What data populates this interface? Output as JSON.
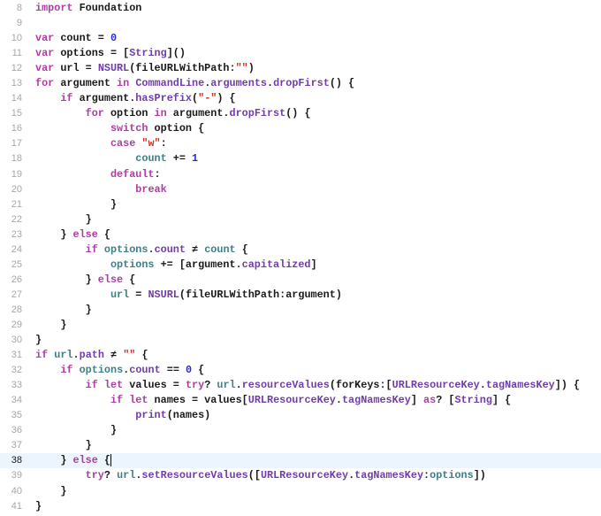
{
  "editor": {
    "current_line": 38,
    "colors": {
      "keyword": "#ad3da4",
      "type": "#703daa",
      "number": "#272ad8",
      "string": "#d12f1b",
      "variable": "#3e8087",
      "plain": "#1a1a1a",
      "current_line_bg": "#ecf5fe"
    },
    "lines": [
      {
        "n": "8",
        "t": [
          [
            "k",
            "import"
          ],
          [
            "p",
            " Foundation"
          ]
        ]
      },
      {
        "n": "9",
        "t": []
      },
      {
        "n": "10",
        "t": [
          [
            "k",
            "var"
          ],
          [
            "p",
            " count = "
          ],
          [
            "n",
            "0"
          ]
        ]
      },
      {
        "n": "11",
        "t": [
          [
            "k",
            "var"
          ],
          [
            "p",
            " options = ["
          ],
          [
            "t",
            "String"
          ],
          [
            "p",
            "]()"
          ]
        ]
      },
      {
        "n": "12",
        "t": [
          [
            "k",
            "var"
          ],
          [
            "p",
            " url = "
          ],
          [
            "t",
            "NSURL"
          ],
          [
            "p",
            "(fileURLWithPath:"
          ],
          [
            "s",
            "\"\""
          ],
          [
            "p",
            ")"
          ]
        ]
      },
      {
        "n": "13",
        "t": [
          [
            "k",
            "for"
          ],
          [
            "p",
            " argument "
          ],
          [
            "k",
            "in"
          ],
          [
            "p",
            " "
          ],
          [
            "t",
            "CommandLine"
          ],
          [
            "p",
            "."
          ],
          [
            "t",
            "arguments"
          ],
          [
            "p",
            "."
          ],
          [
            "t",
            "dropFirst"
          ],
          [
            "p",
            "() {"
          ]
        ]
      },
      {
        "n": "14",
        "t": [
          [
            "p",
            "    "
          ],
          [
            "k",
            "if"
          ],
          [
            "p",
            " argument."
          ],
          [
            "t",
            "hasPrefix"
          ],
          [
            "p",
            "("
          ],
          [
            "s",
            "\"-\""
          ],
          [
            "p",
            ") {"
          ]
        ]
      },
      {
        "n": "15",
        "t": [
          [
            "p",
            "        "
          ],
          [
            "k",
            "for"
          ],
          [
            "p",
            " option "
          ],
          [
            "k",
            "in"
          ],
          [
            "p",
            " argument."
          ],
          [
            "t",
            "dropFirst"
          ],
          [
            "p",
            "() {"
          ]
        ]
      },
      {
        "n": "16",
        "t": [
          [
            "p",
            "            "
          ],
          [
            "k",
            "switch"
          ],
          [
            "p",
            " option {"
          ]
        ]
      },
      {
        "n": "17",
        "t": [
          [
            "p",
            "            "
          ],
          [
            "k",
            "case"
          ],
          [
            "p",
            " "
          ],
          [
            "s",
            "\"w\""
          ],
          [
            "p",
            ":"
          ]
        ]
      },
      {
        "n": "18",
        "t": [
          [
            "p",
            "                "
          ],
          [
            "v",
            "count"
          ],
          [
            "p",
            " += "
          ],
          [
            "n",
            "1"
          ]
        ]
      },
      {
        "n": "19",
        "t": [
          [
            "p",
            "            "
          ],
          [
            "k",
            "default"
          ],
          [
            "p",
            ":"
          ]
        ]
      },
      {
        "n": "20",
        "t": [
          [
            "p",
            "                "
          ],
          [
            "k",
            "break"
          ]
        ]
      },
      {
        "n": "21",
        "t": [
          [
            "p",
            "            }"
          ]
        ]
      },
      {
        "n": "22",
        "t": [
          [
            "p",
            "        }"
          ]
        ]
      },
      {
        "n": "23",
        "t": [
          [
            "p",
            "    } "
          ],
          [
            "k",
            "else"
          ],
          [
            "p",
            " {"
          ]
        ]
      },
      {
        "n": "24",
        "t": [
          [
            "p",
            "        "
          ],
          [
            "k",
            "if"
          ],
          [
            "p",
            " "
          ],
          [
            "v",
            "options"
          ],
          [
            "p",
            "."
          ],
          [
            "t",
            "count"
          ],
          [
            "p",
            " ≠ "
          ],
          [
            "v",
            "count"
          ],
          [
            "p",
            " {"
          ]
        ]
      },
      {
        "n": "25",
        "t": [
          [
            "p",
            "            "
          ],
          [
            "v",
            "options"
          ],
          [
            "p",
            " += [argument."
          ],
          [
            "t",
            "capitalized"
          ],
          [
            "p",
            "]"
          ]
        ]
      },
      {
        "n": "26",
        "t": [
          [
            "p",
            "        } "
          ],
          [
            "k",
            "else"
          ],
          [
            "p",
            " {"
          ]
        ]
      },
      {
        "n": "27",
        "t": [
          [
            "p",
            "            "
          ],
          [
            "v",
            "url"
          ],
          [
            "p",
            " = "
          ],
          [
            "t",
            "NSURL"
          ],
          [
            "p",
            "(fileURLWithPath:argument)"
          ]
        ]
      },
      {
        "n": "28",
        "t": [
          [
            "p",
            "        }"
          ]
        ]
      },
      {
        "n": "29",
        "t": [
          [
            "p",
            "    }"
          ]
        ]
      },
      {
        "n": "30",
        "t": [
          [
            "p",
            "}"
          ]
        ]
      },
      {
        "n": "31",
        "t": [
          [
            "k",
            "if"
          ],
          [
            "p",
            " "
          ],
          [
            "v",
            "url"
          ],
          [
            "p",
            "."
          ],
          [
            "t",
            "path"
          ],
          [
            "p",
            " ≠ "
          ],
          [
            "s",
            "\"\""
          ],
          [
            "p",
            " {"
          ]
        ]
      },
      {
        "n": "32",
        "t": [
          [
            "p",
            "    "
          ],
          [
            "k",
            "if"
          ],
          [
            "p",
            " "
          ],
          [
            "v",
            "options"
          ],
          [
            "p",
            "."
          ],
          [
            "t",
            "count"
          ],
          [
            "p",
            " == "
          ],
          [
            "n",
            "0"
          ],
          [
            "p",
            " {"
          ]
        ]
      },
      {
        "n": "33",
        "t": [
          [
            "p",
            "        "
          ],
          [
            "k",
            "if"
          ],
          [
            "p",
            " "
          ],
          [
            "k",
            "let"
          ],
          [
            "p",
            " values = "
          ],
          [
            "k",
            "try"
          ],
          [
            "p",
            "? "
          ],
          [
            "v",
            "url"
          ],
          [
            "p",
            "."
          ],
          [
            "t",
            "resourceValues"
          ],
          [
            "p",
            "(forKeys:["
          ],
          [
            "t",
            "URLResourceKey"
          ],
          [
            "p",
            "."
          ],
          [
            "t",
            "tagNamesKey"
          ],
          [
            "p",
            "]) {"
          ]
        ]
      },
      {
        "n": "34",
        "t": [
          [
            "p",
            "            "
          ],
          [
            "k",
            "if"
          ],
          [
            "p",
            " "
          ],
          [
            "k",
            "let"
          ],
          [
            "p",
            " names = values["
          ],
          [
            "t",
            "URLResourceKey"
          ],
          [
            "p",
            "."
          ],
          [
            "t",
            "tagNamesKey"
          ],
          [
            "p",
            "] "
          ],
          [
            "k",
            "as"
          ],
          [
            "p",
            "? ["
          ],
          [
            "t",
            "String"
          ],
          [
            "p",
            "] {"
          ]
        ]
      },
      {
        "n": "35",
        "t": [
          [
            "p",
            "                "
          ],
          [
            "t",
            "print"
          ],
          [
            "p",
            "(names)"
          ]
        ]
      },
      {
        "n": "36",
        "t": [
          [
            "p",
            "            }"
          ]
        ]
      },
      {
        "n": "37",
        "t": [
          [
            "p",
            "        }"
          ]
        ]
      },
      {
        "n": "38",
        "t": [
          [
            "p",
            "    } "
          ],
          [
            "k",
            "else"
          ],
          [
            "p",
            " {"
          ]
        ]
      },
      {
        "n": "39",
        "t": [
          [
            "p",
            "        "
          ],
          [
            "k",
            "try"
          ],
          [
            "p",
            "? "
          ],
          [
            "v",
            "url"
          ],
          [
            "p",
            "."
          ],
          [
            "t",
            "setResourceValues"
          ],
          [
            "p",
            "(["
          ],
          [
            "t",
            "URLResourceKey"
          ],
          [
            "p",
            "."
          ],
          [
            "t",
            "tagNamesKey"
          ],
          [
            "p",
            ":"
          ],
          [
            "v",
            "options"
          ],
          [
            "p",
            "])"
          ]
        ]
      },
      {
        "n": "40",
        "t": [
          [
            "p",
            "    }"
          ]
        ]
      },
      {
        "n": "41",
        "t": [
          [
            "p",
            "}"
          ]
        ]
      }
    ]
  }
}
